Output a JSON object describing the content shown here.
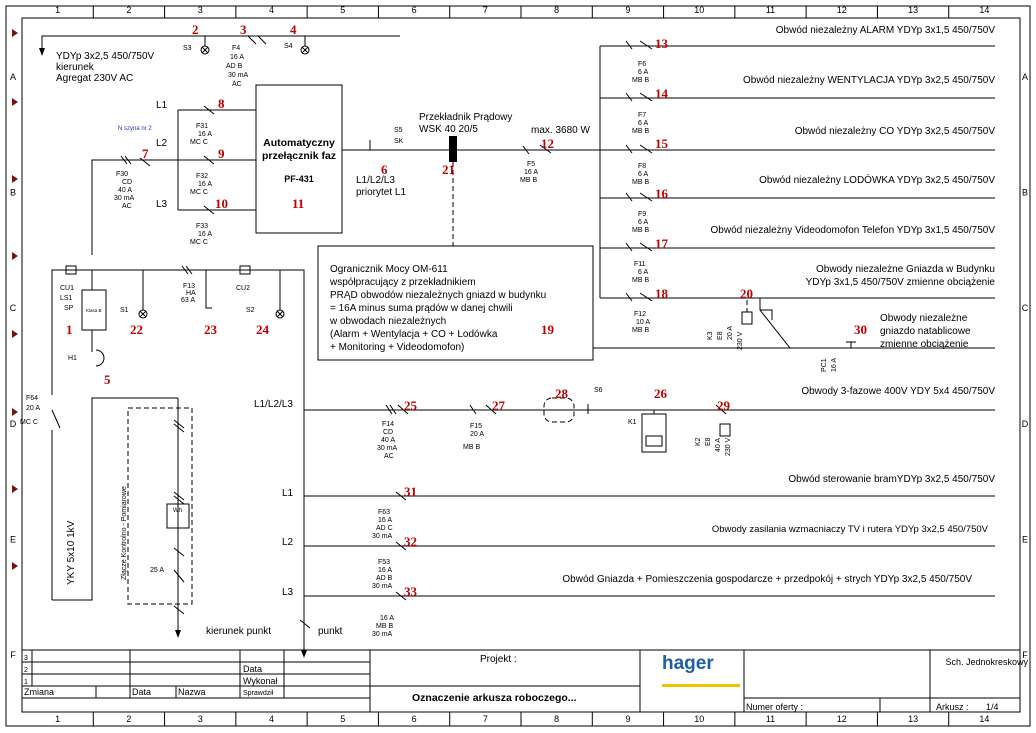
{
  "grid": {
    "columns": [
      "1",
      "2",
      "3",
      "4",
      "5",
      "6",
      "7",
      "8",
      "9",
      "10",
      "11",
      "12",
      "13",
      "14"
    ],
    "rows": [
      "A",
      "B",
      "C",
      "D",
      "E",
      "F"
    ]
  },
  "header": {
    "source_line1": "YDYp 3x2,5 450/750V",
    "source_line2": "kierunek",
    "source_line3": "Agregat 230V AC",
    "note_blue": "N szyna nr 2"
  },
  "phases_top": [
    "L1",
    "L2",
    "L3"
  ],
  "ats": {
    "title1": "Automatyczny",
    "title2": "przełącznik faz",
    "model": "PF-431",
    "output1": "L1/L2/L3",
    "output2": "priorytet L1"
  },
  "transducer": {
    "line1": "Przekładnik Prądowy",
    "line2": "WSK 40 20/5"
  },
  "max_power": "max. 3680 W",
  "limiter_note": [
    "Ogranicznik Mocy OM-611",
    "współpracujący z przekładnikiem",
    "PRĄD obwodów niezależnych gniazd w budynku",
    "= 16A minus suma prądów w danej chwili",
    "w obwodach niezależnych",
    "(Alarm + Wentylacja + CO + Lodówka",
    "+ Monitoring + Videodomofon)"
  ],
  "circuits_right": [
    "Obwód niezależny ALARM YDYp 3x1,5 450/750V",
    "Obwód niezależny WENTYLACJA YDYp 3x2,5 450/750V",
    "Obwód niezależny CO YDYp 3x2,5 450/750V",
    "Obwód niezależny LODÓWKA YDYp 3x2,5 450/750V",
    "Obwód niezależny Videodomofon Telefon YDYp 3x1,5 450/750V",
    "Obwody niezależne Gniazda w Budynku",
    "YDYp 3x1,5 450/750V zmienne obciążenie",
    "Obwody niezależne",
    "gniazdo natablicowe",
    "zmienne obciążenie"
  ],
  "circuits_bottom": [
    "Obwody 3-fazowe 400V YDY 5x4 450/750V",
    "Obwód sterowanie bramYDYp 3x2,5 450/750V",
    "Obwody zasilania wzmacniaczy TV i rutera YDYp 3x2,5 450/750V",
    "Obwód Gniazda + Pomieszczenia gospodarcze + przedpokój + strych YDYp 3x2,5 450/750V"
  ],
  "bus_labels": [
    "L1/L2/L3",
    "L1",
    "L2",
    "L3"
  ],
  "cable_vertical": "YKY 5x10 1kV",
  "meter_box": "Złącze Kontrolno - Pomiarowe",
  "meter_fuse": "25 A",
  "direction_labels": [
    "kierunek punkt",
    "punkt"
  ],
  "markers": [
    "1",
    "2",
    "3",
    "4",
    "5",
    "6",
    "7",
    "8",
    "9",
    "10",
    "11",
    "12",
    "13",
    "14",
    "15",
    "16",
    "17",
    "18",
    "19",
    "20",
    "21",
    "22",
    "23",
    "24",
    "25",
    "26",
    "27",
    "28",
    "29",
    "30",
    "31",
    "32",
    "33"
  ],
  "device_labels": {
    "S3": "S3",
    "F4": "F4",
    "F4_1": "16 A",
    "F4_2": "AD  B",
    "F4_3": "30 mA",
    "F4_4": "AC",
    "S4": "S4",
    "F31": "F31",
    "F31_1": "16 A",
    "F31_2": "MC  C",
    "F32": "F32",
    "F32_1": "16 A",
    "F32_2": "MC  C",
    "F33": "F33",
    "F33_1": "16 A",
    "F33_2": "MC  C",
    "F30": "F30",
    "F30_1": "CD",
    "F30_2": "40 A",
    "F30_3": "30 mA",
    "F30_4": "AC",
    "S5": "S5",
    "SK": "SK",
    "F5": "F5",
    "F5_1": "16 A",
    "F5_2": "MB  B",
    "F6": "F6",
    "F6_1": "6 A",
    "F6_2": "MB  B",
    "F7": "F7",
    "F7_1": "6 A",
    "F7_2": "MB  B",
    "F8": "F8",
    "F8_1": "6 A",
    "F8_2": "MB  B",
    "F9": "F9",
    "F9_1": "6 A",
    "F9_2": "MB  B",
    "F11": "F11",
    "F11_1": "6 A",
    "F11_2": "MB  B",
    "F12": "F12",
    "F12_1": "10 A",
    "F12_2": "MB  B",
    "K3": "K3",
    "K3_1": "E8",
    "K3_2": "20 A",
    "K3_3": "230 V",
    "PC1": "PC1",
    "PC1_1": "16 A",
    "CU1": "CU1",
    "LS1": "LS1",
    "SP": "SP",
    "S1": "S1",
    "H1": "H1",
    "F13": "F13",
    "F13_1": "HA",
    "F13_2": "63 A",
    "CU2": "CU2",
    "S2": "S2",
    "F64": "F64",
    "F64_1": "20 A",
    "F64_2": "MC  C",
    "F14": "F14",
    "F14_1": "CD",
    "F14_2": "40 A",
    "F14_3": "30 mA",
    "F14_4": "AC",
    "F15": "F15",
    "F15_1": "20 A",
    "F15_2": "MB  B",
    "S6": "S6",
    "K1": "K1",
    "K2": "K2",
    "K2_1": "E8",
    "K2_2": "40 A",
    "K2_3": "230 V",
    "F63": "F63",
    "F63_1": "16 A",
    "F63_2": "AD  C",
    "F63_3": "30 mA",
    "F53": "F53",
    "F53_1": "16 A",
    "F53_2": "AD  B",
    "F53_3": "30 mA",
    "F3x_1": "16 A",
    "F3x_2": "MB  B",
    "F3x_3": "30 mA",
    "Wh": "Wh",
    "Klasa": "Klasa B"
  },
  "titleblock": {
    "row_nums": [
      "3",
      "2",
      "1"
    ],
    "data": "Data",
    "wykonal": "Wykonał",
    "sprawdzil": "Sprawdził",
    "zmiana": "Zmiana",
    "data_col": "Data",
    "nazwa": "Nazwa",
    "projekt": "Projekt :",
    "sheet_name": "Oznaczenie arkusza roboczego...",
    "logo": "hager",
    "offer": "Numer oferty :",
    "object": "Sch. Jednokreskowy",
    "arkusz_label": "Arkusz :",
    "arkusz_value": "1/4"
  }
}
